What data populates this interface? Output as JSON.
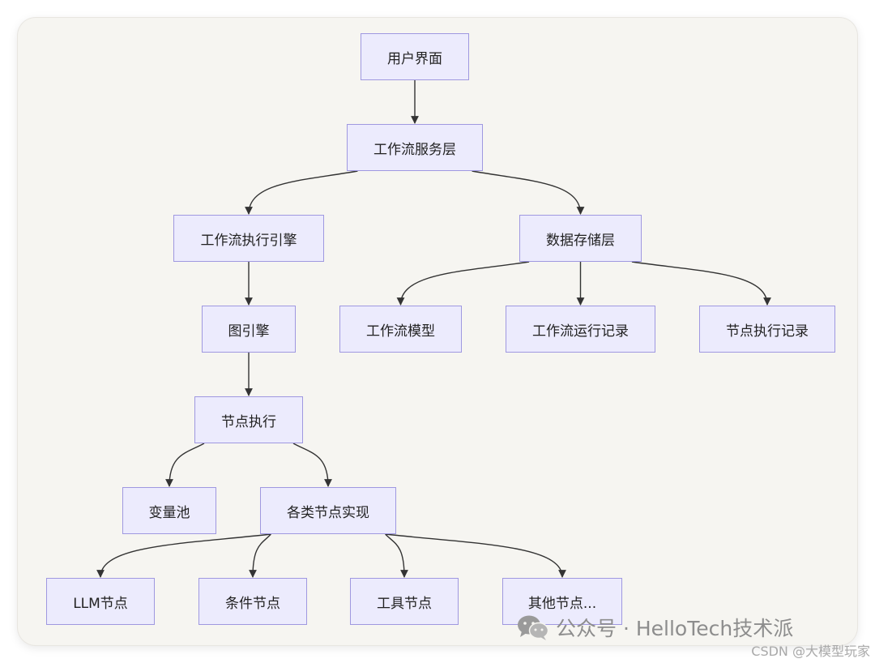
{
  "diagram": {
    "nodes": {
      "user_interface": "用户界面",
      "workflow_service": "工作流服务层",
      "workflow_engine": "工作流执行引擎",
      "data_storage": "数据存储层",
      "graph_engine": "图引擎",
      "workflow_model": "工作流模型",
      "workflow_run_log": "工作流运行记录",
      "node_exec_log": "节点执行记录",
      "node_execution": "节点执行",
      "variable_pool": "变量池",
      "node_impls": "各类节点实现",
      "llm_node": "LLM节点",
      "condition_node": "条件节点",
      "tool_node": "工具节点",
      "other_nodes": "其他节点..."
    },
    "edges": [
      [
        "user_interface",
        "workflow_service"
      ],
      [
        "workflow_service",
        "workflow_engine"
      ],
      [
        "workflow_service",
        "data_storage"
      ],
      [
        "workflow_engine",
        "graph_engine"
      ],
      [
        "data_storage",
        "workflow_model"
      ],
      [
        "data_storage",
        "workflow_run_log"
      ],
      [
        "data_storage",
        "node_exec_log"
      ],
      [
        "graph_engine",
        "node_execution"
      ],
      [
        "node_execution",
        "variable_pool"
      ],
      [
        "node_execution",
        "node_impls"
      ],
      [
        "node_impls",
        "llm_node"
      ],
      [
        "node_impls",
        "condition_node"
      ],
      [
        "node_impls",
        "tool_node"
      ],
      [
        "node_impls",
        "other_nodes"
      ]
    ],
    "colors": {
      "node_fill": "#ecebfd",
      "node_border": "#9f98e0",
      "edge": "#333333",
      "background": "#f6f5f1"
    }
  },
  "watermark": {
    "icon": "wechat-icon",
    "text": "公众号 · HelloTech技术派",
    "source": "CSDN @大模型玩家"
  }
}
